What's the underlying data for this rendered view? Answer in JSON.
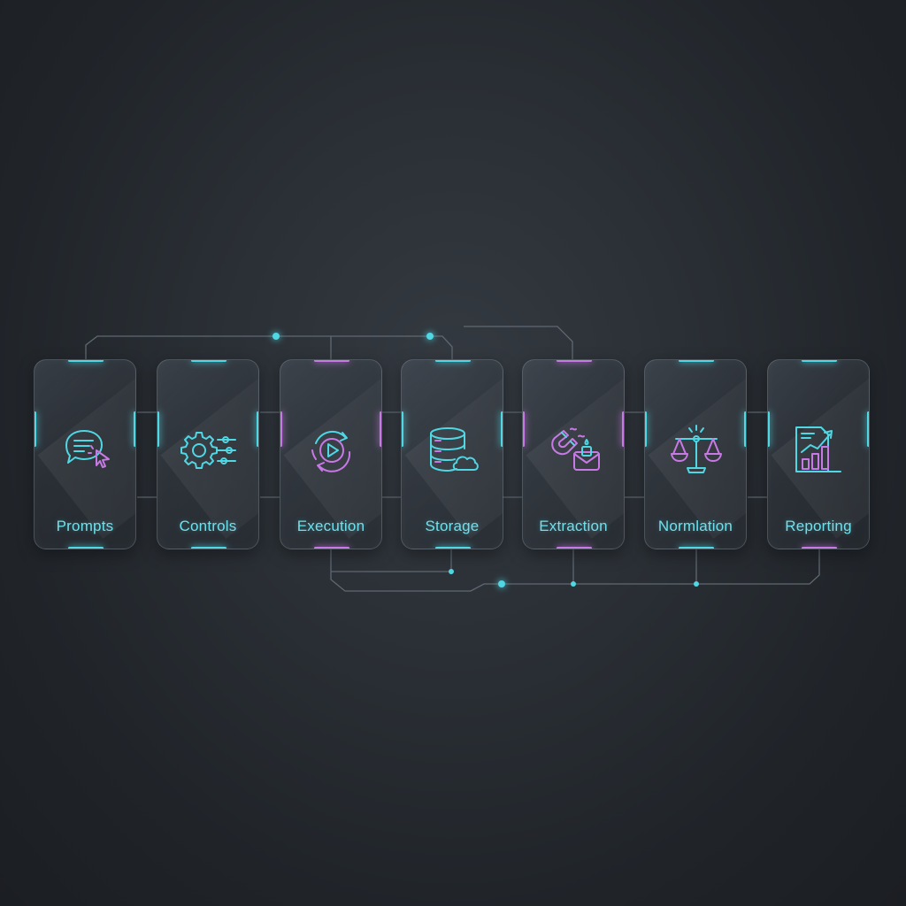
{
  "colors": {
    "cyan": "#4fd7e4",
    "magenta": "#c879e6",
    "line": "#5f6872",
    "background": "#2a2f35"
  },
  "steps": [
    {
      "label": "Prompts",
      "icon": "chat-bubble-cursor-icon"
    },
    {
      "label": "Controls",
      "icon": "gear-sliders-icon"
    },
    {
      "label": "Execution",
      "icon": "play-cycle-icon"
    },
    {
      "label": "Storage",
      "icon": "database-cloud-icon"
    },
    {
      "label": "Extraction",
      "icon": "magnet-envelope-icon"
    },
    {
      "label": "Normlation",
      "icon": "balance-scale-icon"
    },
    {
      "label": "Reporting",
      "icon": "report-chart-icon"
    }
  ]
}
